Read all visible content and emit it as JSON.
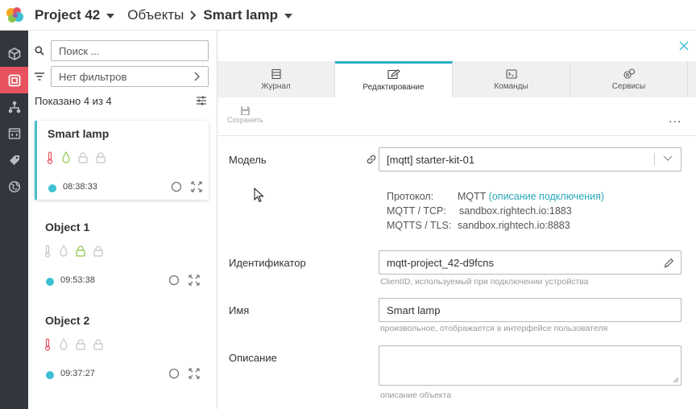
{
  "header": {
    "project": "Project 42",
    "objects": "Объекты",
    "current": "Smart lamp"
  },
  "rail": {
    "items": [
      "cube-icon",
      "object-icon",
      "hierarchy-icon",
      "code-icon",
      "tag-icon",
      "globe-icon"
    ],
    "active_index": 1,
    "active_color": "#e7525e",
    "bg_color": "#33373d"
  },
  "list": {
    "search_placeholder": "Поиск ...",
    "filter_label": "Нет фильтров",
    "shown": "Показано 4 из 4",
    "items": [
      {
        "title": "Smart lamp",
        "time": "08:38:33",
        "active": true,
        "indicators": [
          "thermometer-red",
          "drop-green",
          "lock-gray",
          "lock-gray"
        ]
      },
      {
        "title": "Object 1",
        "time": "09:53:38",
        "active": false,
        "indicators": [
          "thermometer-gray",
          "drop-gray",
          "lock-green",
          "lock-gray"
        ]
      },
      {
        "title": "Object 2",
        "time": "09:37:27",
        "active": false,
        "indicators": [
          "thermometer-red",
          "drop-gray",
          "lock-gray",
          "lock-gray"
        ]
      }
    ],
    "accent": "#3dbfd4"
  },
  "tabs": [
    {
      "label": "Журнал",
      "icon": "journal-icon",
      "active": false
    },
    {
      "label": "Редактирование",
      "icon": "edit-icon",
      "active": true
    },
    {
      "label": "Команды",
      "icon": "terminal-icon",
      "active": false
    },
    {
      "label": "Сервисы",
      "icon": "services-icon",
      "active": false
    }
  ],
  "toolbar": {
    "save_label": "Сохранить",
    "more_label": "..."
  },
  "form": {
    "model_label": "Модель",
    "model_value": "[mqtt] starter-kit-01",
    "protocol_key": "Протокол:",
    "protocol_value": "MQTT",
    "protocol_link": "описание подключения",
    "mqtt_tcp_key": "MQTT / TCP:",
    "mqtt_tcp_value": "sandbox.rightech.io:1883",
    "mqtts_tls_key": "MQTTS / TLS:",
    "mqtts_tls_value": "sandbox.rightech.io:8883",
    "id_label": "Идентификатор",
    "id_value": "mqtt-project_42-d9fcns",
    "id_hint": "ClientID, используемый при подключении устройства",
    "name_label": "Имя",
    "name_value": "Smart lamp",
    "name_hint": "произвольное, отображается в интерфейсе пользователя",
    "desc_label": "Описание",
    "desc_value": "",
    "desc_hint": "описание объекта"
  },
  "colors": {
    "tab_accent": "#2bb0c2",
    "link": "#2aa8bb"
  }
}
